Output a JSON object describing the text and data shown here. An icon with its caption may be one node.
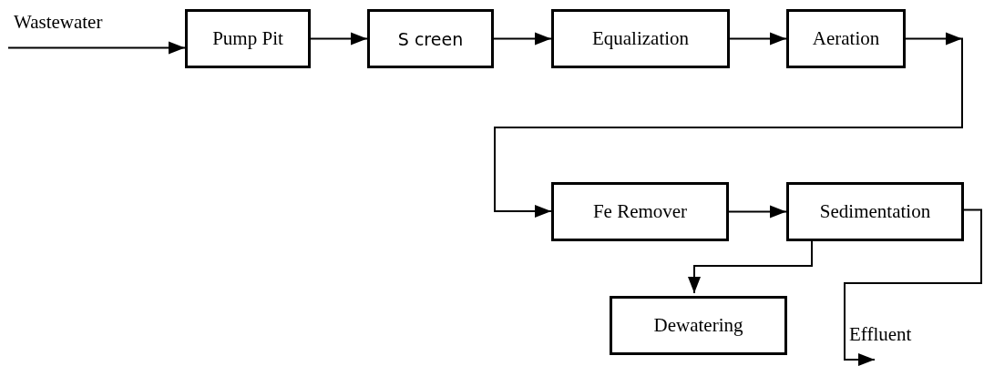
{
  "diagram": {
    "nodes": [
      {
        "text": [
          "Pump Pit"
        ]
      },
      {
        "text": [
          "S creen"
        ]
      },
      {
        "text": [
          "Equalization"
        ]
      },
      {
        "text": [
          "Aeration"
        ]
      },
      {
        "text": [
          "Fe Remover"
        ]
      },
      {
        "text": [
          "Sedimentation"
        ]
      },
      {
        "text": [
          "Dewatering"
        ]
      }
    ],
    "edges": [
      {
        "from": null,
        "to": 0,
        "arrow": "to",
        "label": "Wastewater"
      },
      {
        "from": 0,
        "to": 1,
        "arrow": "to"
      },
      {
        "from": 1,
        "to": 2,
        "arrow": "to"
      },
      {
        "from": 2,
        "to": 3,
        "arrow": "to"
      },
      {
        "from": 3,
        "to": 4,
        "arrow": "to"
      },
      {
        "from": 4,
        "to": 5,
        "arrow": "to"
      },
      {
        "from": 5,
        "to": 6,
        "arrow": "to"
      },
      {
        "from": 5,
        "to": null,
        "arrow": "to",
        "label": "Effluent"
      }
    ]
  }
}
